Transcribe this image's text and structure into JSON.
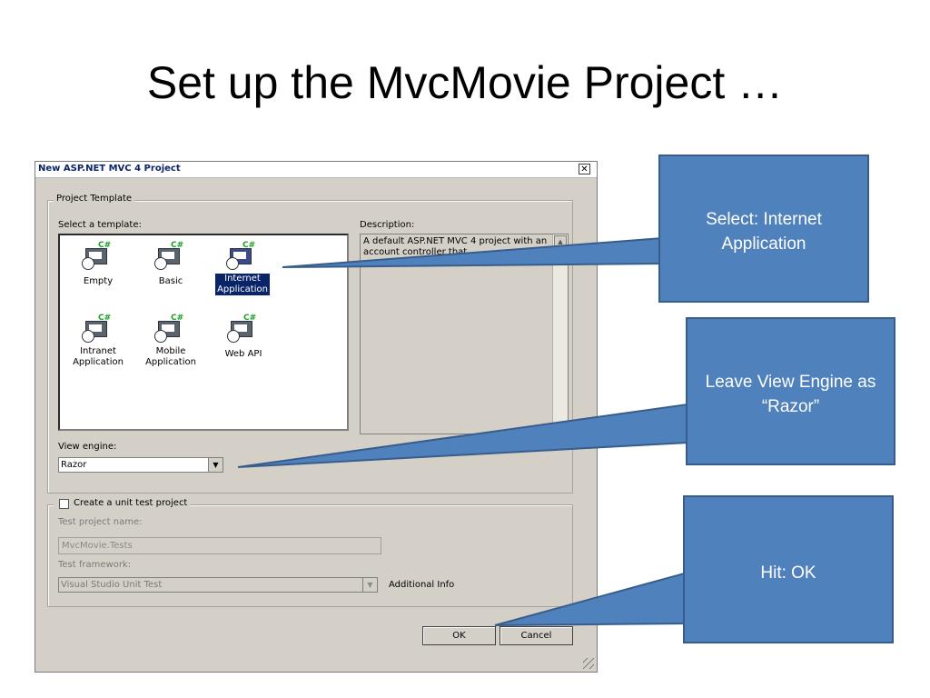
{
  "slide": {
    "title": "Set up the MvcMovie Project …"
  },
  "dialog": {
    "title": "New ASP.NET MVC 4 Project",
    "close_glyph": "✕",
    "project_template_group": "Project Template",
    "select_template_label": "Select a template:",
    "templates": [
      {
        "label": "Empty",
        "selected": false
      },
      {
        "label": "Basic",
        "selected": false
      },
      {
        "label": "Internet Application",
        "selected": true
      },
      {
        "label": "Intranet Application",
        "selected": false
      },
      {
        "label": "Mobile Application",
        "selected": false
      },
      {
        "label": "Web API",
        "selected": false
      }
    ],
    "template_icon_badge": "C#",
    "description_label": "Description:",
    "description_text": "A default ASP.NET MVC 4 project with an account controller that ...",
    "view_engine_label": "View engine:",
    "view_engine_value": "Razor",
    "unit_test_checkbox_label": "Create a unit test project",
    "unit_test_checked": false,
    "test_project_name_label": "Test project name:",
    "test_project_name_value": "MvcMovie.Tests",
    "test_framework_label": "Test framework:",
    "test_framework_value": "Visual Studio Unit Test",
    "additional_info": "Additional Info",
    "ok_button": "OK",
    "cancel_button": "Cancel"
  },
  "callouts": [
    {
      "text": "Select: Internet Application"
    },
    {
      "text": "Leave View Engine as “Razor”"
    },
    {
      "text": "Hit: OK"
    }
  ],
  "colors": {
    "callout_fill": "#4f81bd",
    "callout_border": "#385d8a",
    "selection": "#0a246a",
    "dialog_bg": "#d4d0c8"
  }
}
